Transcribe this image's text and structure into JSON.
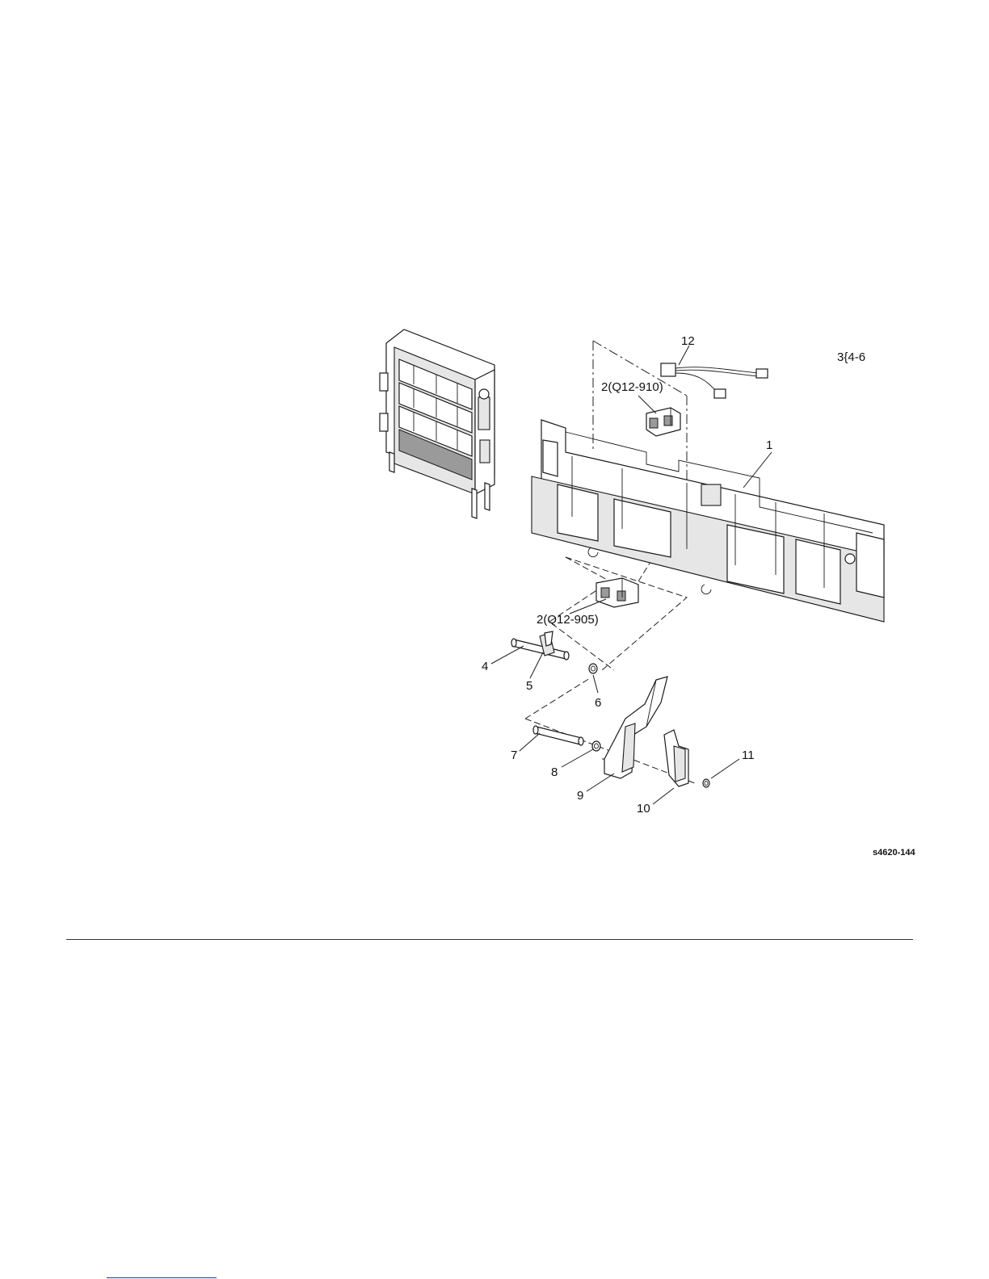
{
  "figure": {
    "code": "3{4-6",
    "image_ref": "s4620-144"
  },
  "callouts": [
    {
      "id": "c12",
      "text": "12"
    },
    {
      "id": "c2a",
      "text": "2(Q12-910)"
    },
    {
      "id": "c1",
      "text": "1"
    },
    {
      "id": "c2b",
      "text": "2(Q12-905)"
    },
    {
      "id": "c4",
      "text": "4"
    },
    {
      "id": "c5",
      "text": "5"
    },
    {
      "id": "c6",
      "text": "6"
    },
    {
      "id": "c7",
      "text": "7"
    },
    {
      "id": "c8",
      "text": "8"
    },
    {
      "id": "c9",
      "text": "9"
    },
    {
      "id": "c10",
      "text": "10"
    },
    {
      "id": "c11",
      "text": "11"
    }
  ],
  "colors": {
    "line": "#1a1a1a",
    "shade": "#9a9a9a",
    "link": "#2233cc"
  }
}
